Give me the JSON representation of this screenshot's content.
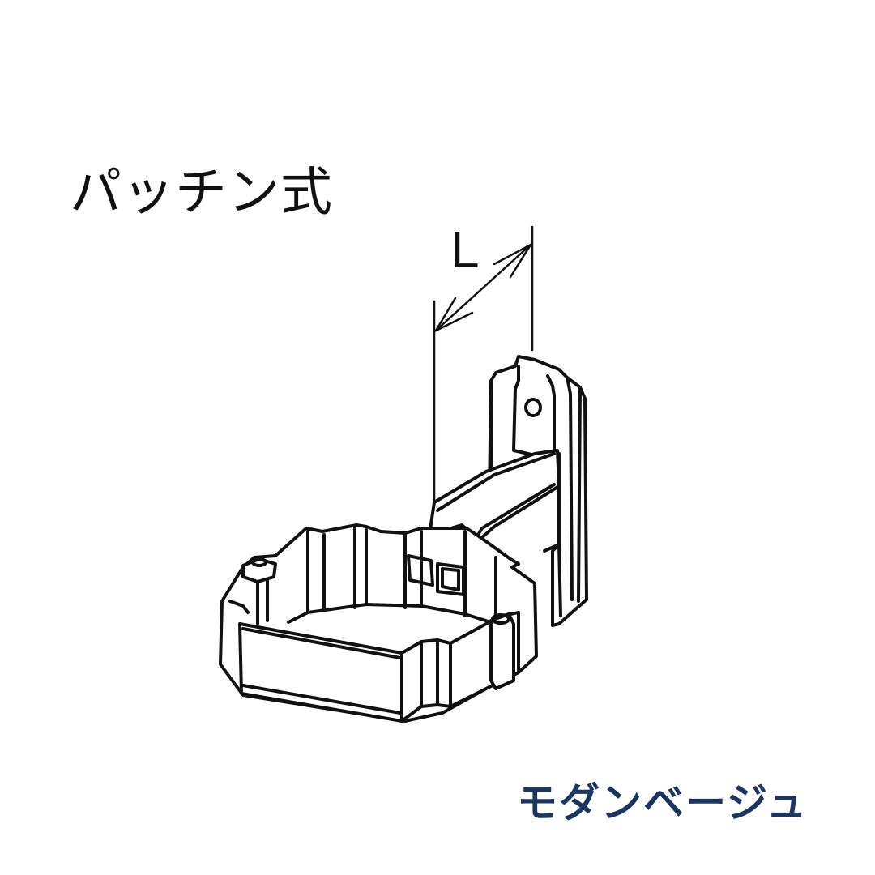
{
  "diagram": {
    "type_label": "パッチン式",
    "dimension_label": "L",
    "color_name": "モダンベージュ",
    "colors": {
      "background": "#ffffff",
      "line": "#111111",
      "color_name_text": "#1b3660"
    },
    "subject": "downspout-bracket-line-drawing"
  }
}
